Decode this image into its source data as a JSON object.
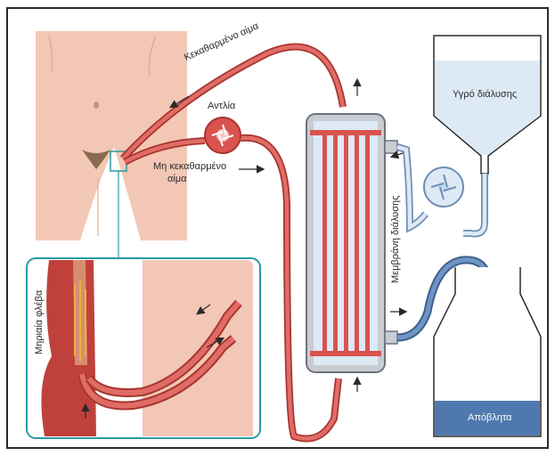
{
  "labels": {
    "clean_blood": "Κεκαθαρμένο αίμα",
    "pump": "Αντλία",
    "unclean_blood_line1": "Μη κεκαθαρμένο",
    "unclean_blood_line2": "αίμα",
    "dialysis_fluid": "Υγρό διάλυσης",
    "dialysis_membrane": "Μεμβράνη διάλυσης",
    "vein": "Μηριαία φλέβα",
    "waste": "Απόβλητα"
  },
  "colors": {
    "skin": "#f3c7b5",
    "skin_dark": "#e9a896",
    "blood": "#d9534f",
    "blood_dark": "#b8302c",
    "vein": "#c0413b",
    "fluid": "#dde9f5",
    "fluid_line": "#6f8fb5",
    "waste": "#4f79ae",
    "device": "#c9ccd2",
    "frame": "#2a2a2a"
  }
}
